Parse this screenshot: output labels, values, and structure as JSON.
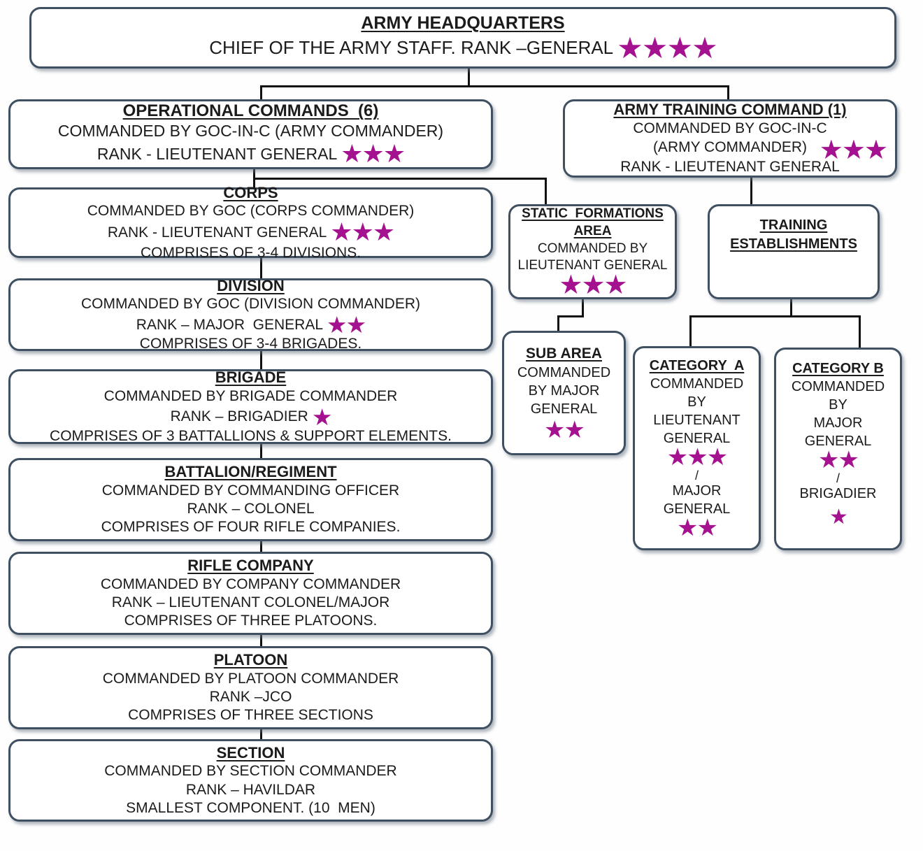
{
  "colors": {
    "star": "#A5128F",
    "box_border": "#3F5062",
    "text": "#1B1B1B"
  },
  "boxes": {
    "army_hq": {
      "title": "ARMY HEADQUARTERS",
      "line1": "CHIEF OF THE ARMY STAFF. RANK –GENERAL",
      "stars": "★★★★"
    },
    "operational_commands": {
      "title": "OPERATIONAL COMMANDS  (6)",
      "line1": "COMMANDED BY GOC-IN-C (ARMY COMMANDER)",
      "line2": "RANK - LIEUTENANT GENERAL",
      "stars": "★★★"
    },
    "army_training_command": {
      "title": "ARMY TRAINING COMMAND (1)",
      "line1": "COMMANDED BY GOC-IN-C",
      "line2": "(ARMY COMMANDER)",
      "line3": "RANK - LIEUTENANT GENERAL",
      "stars": "★★★"
    },
    "corps": {
      "title": "CORPS",
      "line1": "COMMANDED BY GOC (CORPS COMMANDER)",
      "line2": "RANK - LIEUTENANT GENERAL",
      "stars": "★★★",
      "line3": "COMPRISES OF 3-4 DIVISIONS."
    },
    "division": {
      "title": "DIVISION",
      "line1": "COMMANDED BY GOC (DIVISION COMMANDER)",
      "line2": "RANK – MAJOR  GENERAL",
      "stars": "★★",
      "line3": "COMPRISES OF 3-4 BRIGADES."
    },
    "brigade": {
      "title": "BRIGADE",
      "line1": "COMMANDED BY BRIGADE COMMANDER",
      "line2": "RANK – BRIGADIER",
      "stars": "★",
      "line3": "COMPRISES OF 3 BATTALLIONS & SUPPORT ELEMENTS."
    },
    "battalion_regiment": {
      "title": "BATTALION/REGIMENT",
      "line1": "COMMANDED BY COMMANDING OFFICER",
      "line2": "RANK – COLONEL",
      "line3": "COMPRISES OF FOUR RIFLE COMPANIES."
    },
    "rifle_company": {
      "title": "RIFLE COMPANY",
      "line1": "COMMANDED BY COMPANY COMMANDER",
      "line2": "RANK – LIEUTENANT COLONEL/MAJOR",
      "line3": "COMPRISES OF THREE PLATOONS."
    },
    "platoon": {
      "title": "PLATOON",
      "line1": "COMMANDED BY PLATOON COMMANDER",
      "line2": "RANK –JCO",
      "line3": "COMPRISES OF THREE SECTIONS"
    },
    "section": {
      "title": "SECTION",
      "line1": "COMMANDED BY SECTION COMMANDER",
      "line2": "RANK – HAVILDAR",
      "line3": "SMALLEST COMPONENT. (10  MEN)"
    },
    "static_formations_area": {
      "title1": "STATIC  FORMATIONS",
      "title2": "AREA",
      "line1": "COMMANDED BY",
      "line2": "LIEUTENANT GENERAL",
      "stars": "★★★"
    },
    "training_establishments": {
      "title1": "TRAINING",
      "title2": "ESTABLISHMENTS"
    },
    "sub_area": {
      "title": "SUB AREA",
      "line1": "COMMANDED",
      "line2": "BY MAJOR",
      "line3": "GENERAL",
      "stars": "★★"
    },
    "category_a": {
      "title": "CATEGORY  A",
      "line1": "COMMANDED",
      "line2": "BY",
      "line3": "LIEUTENANT",
      "line4": "GENERAL",
      "stars1": "★★★",
      "separator": "/",
      "line5": "MAJOR",
      "line6": "GENERAL",
      "stars2": "★★"
    },
    "category_b": {
      "title": "CATEGORY B",
      "line1": "COMMANDED",
      "line2": "BY",
      "line3": "MAJOR",
      "line4": "GENERAL",
      "stars1": "★★",
      "separator": "/",
      "line5": "BRIGADIER",
      "stars2": "★"
    }
  }
}
